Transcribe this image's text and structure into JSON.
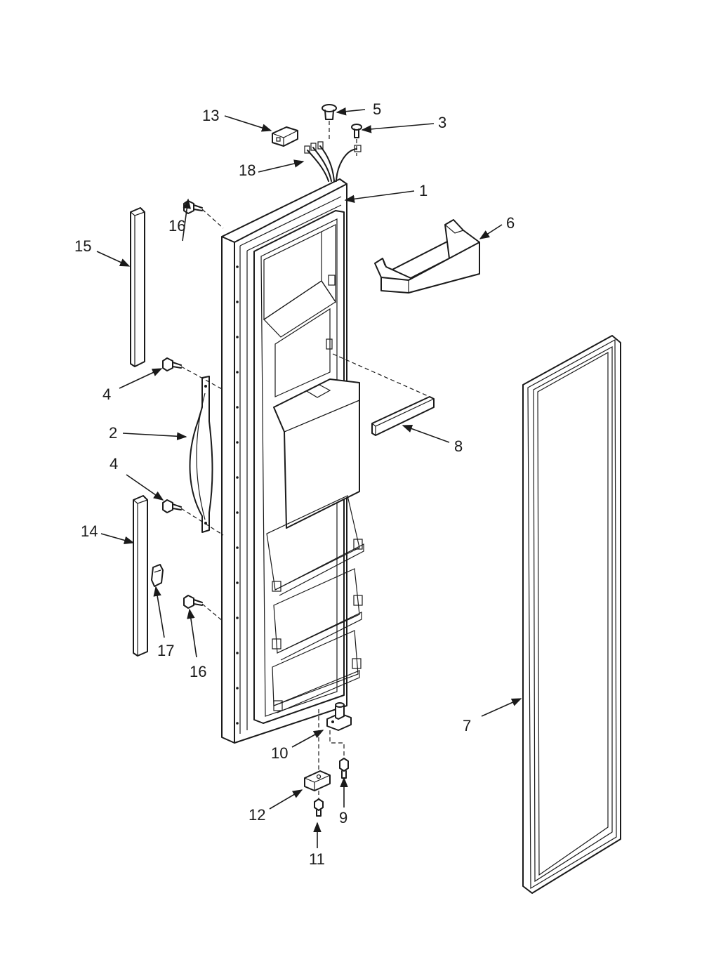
{
  "callouts": {
    "c1": "1",
    "c2": "2",
    "c3": "3",
    "c4a": "4",
    "c4b": "4",
    "c5": "5",
    "c6": "6",
    "c7": "7",
    "c8": "8",
    "c9": "9",
    "c10": "10",
    "c11": "11",
    "c12": "12",
    "c13": "13",
    "c14": "14",
    "c15": "15",
    "c16a": "16",
    "c16b": "16",
    "c17": "17",
    "c18": "18"
  },
  "colors": {
    "line": "#1a1a1a",
    "background": "#ffffff"
  }
}
